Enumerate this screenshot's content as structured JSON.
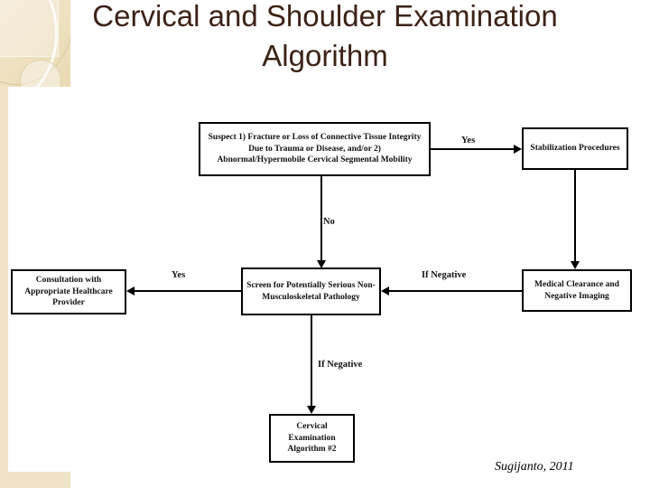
{
  "slide": {
    "title": "Cervical and Shoulder Examination Algorithm",
    "signature": "Sugijanto, 2011",
    "accent_color": "#3d2218",
    "template_color": "#f0e3c6",
    "line_color": "#000000"
  },
  "flowchart": {
    "type": "flowchart",
    "nodes": [
      {
        "id": "suspect",
        "label": "Suspect 1) Fracture or Loss of Connective Tissue Integrity Due to Trauma or Disease, and/or 2) Abnormal/Hypermobile Cervical Segmental Mobility"
      },
      {
        "id": "stabilization",
        "label": "Stabilization Procedures"
      },
      {
        "id": "consultation",
        "label": "Consultation with Appropriate Healthcare Provider"
      },
      {
        "id": "screen",
        "label": "Screen for Potentially Serious Non-Musculoskeletal Pathology"
      },
      {
        "id": "medical",
        "label": "Medical Clearance and Negative Imaging"
      },
      {
        "id": "algorithm2",
        "label": "Cervical Examination Algorithm #2"
      }
    ],
    "edges": [
      {
        "from": "suspect",
        "to": "stabilization",
        "label": "Yes"
      },
      {
        "from": "suspect",
        "to": "screen",
        "label": "No"
      },
      {
        "from": "stabilization",
        "to": "medical",
        "label": ""
      },
      {
        "from": "medical",
        "to": "screen",
        "label": "If Negative"
      },
      {
        "from": "screen",
        "to": "consultation",
        "label": "Yes"
      },
      {
        "from": "screen",
        "to": "algorithm2",
        "label": "If Negative"
      }
    ]
  }
}
